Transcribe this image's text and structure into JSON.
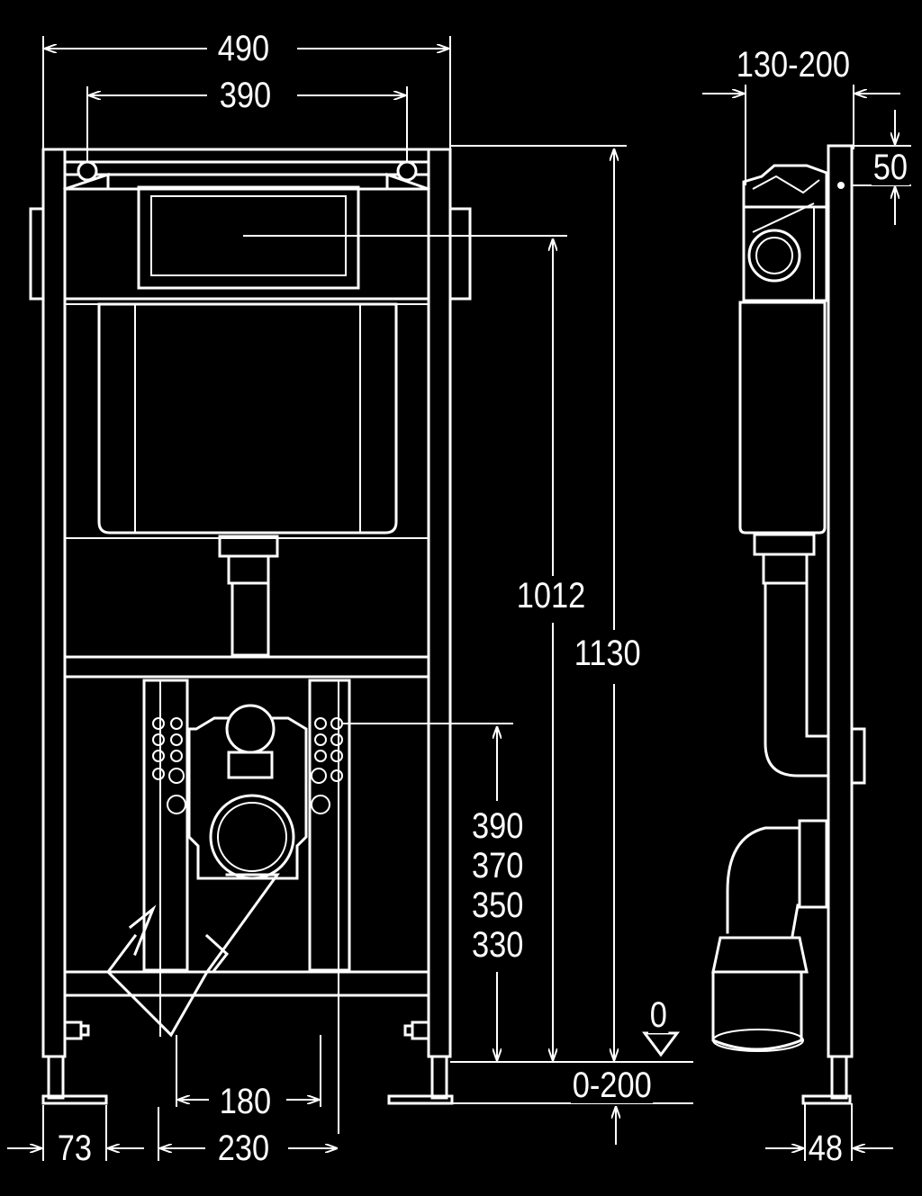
{
  "dimensions": {
    "front_width_outer": "490",
    "front_width_inner": "390",
    "flush_plate_height": "1012",
    "frame_height": "1130",
    "outlet_heights": [
      "390",
      "370",
      "350",
      "330"
    ],
    "floor_level": "0",
    "foot_adjust": "0-200",
    "outlet_spacing": "180",
    "stud_spacing": "230",
    "foot_offset": "73",
    "side_depth": "130-200",
    "top_offset": "50",
    "side_foot": "48"
  },
  "colors": {
    "background": "#000000",
    "line": "#ffffff"
  }
}
